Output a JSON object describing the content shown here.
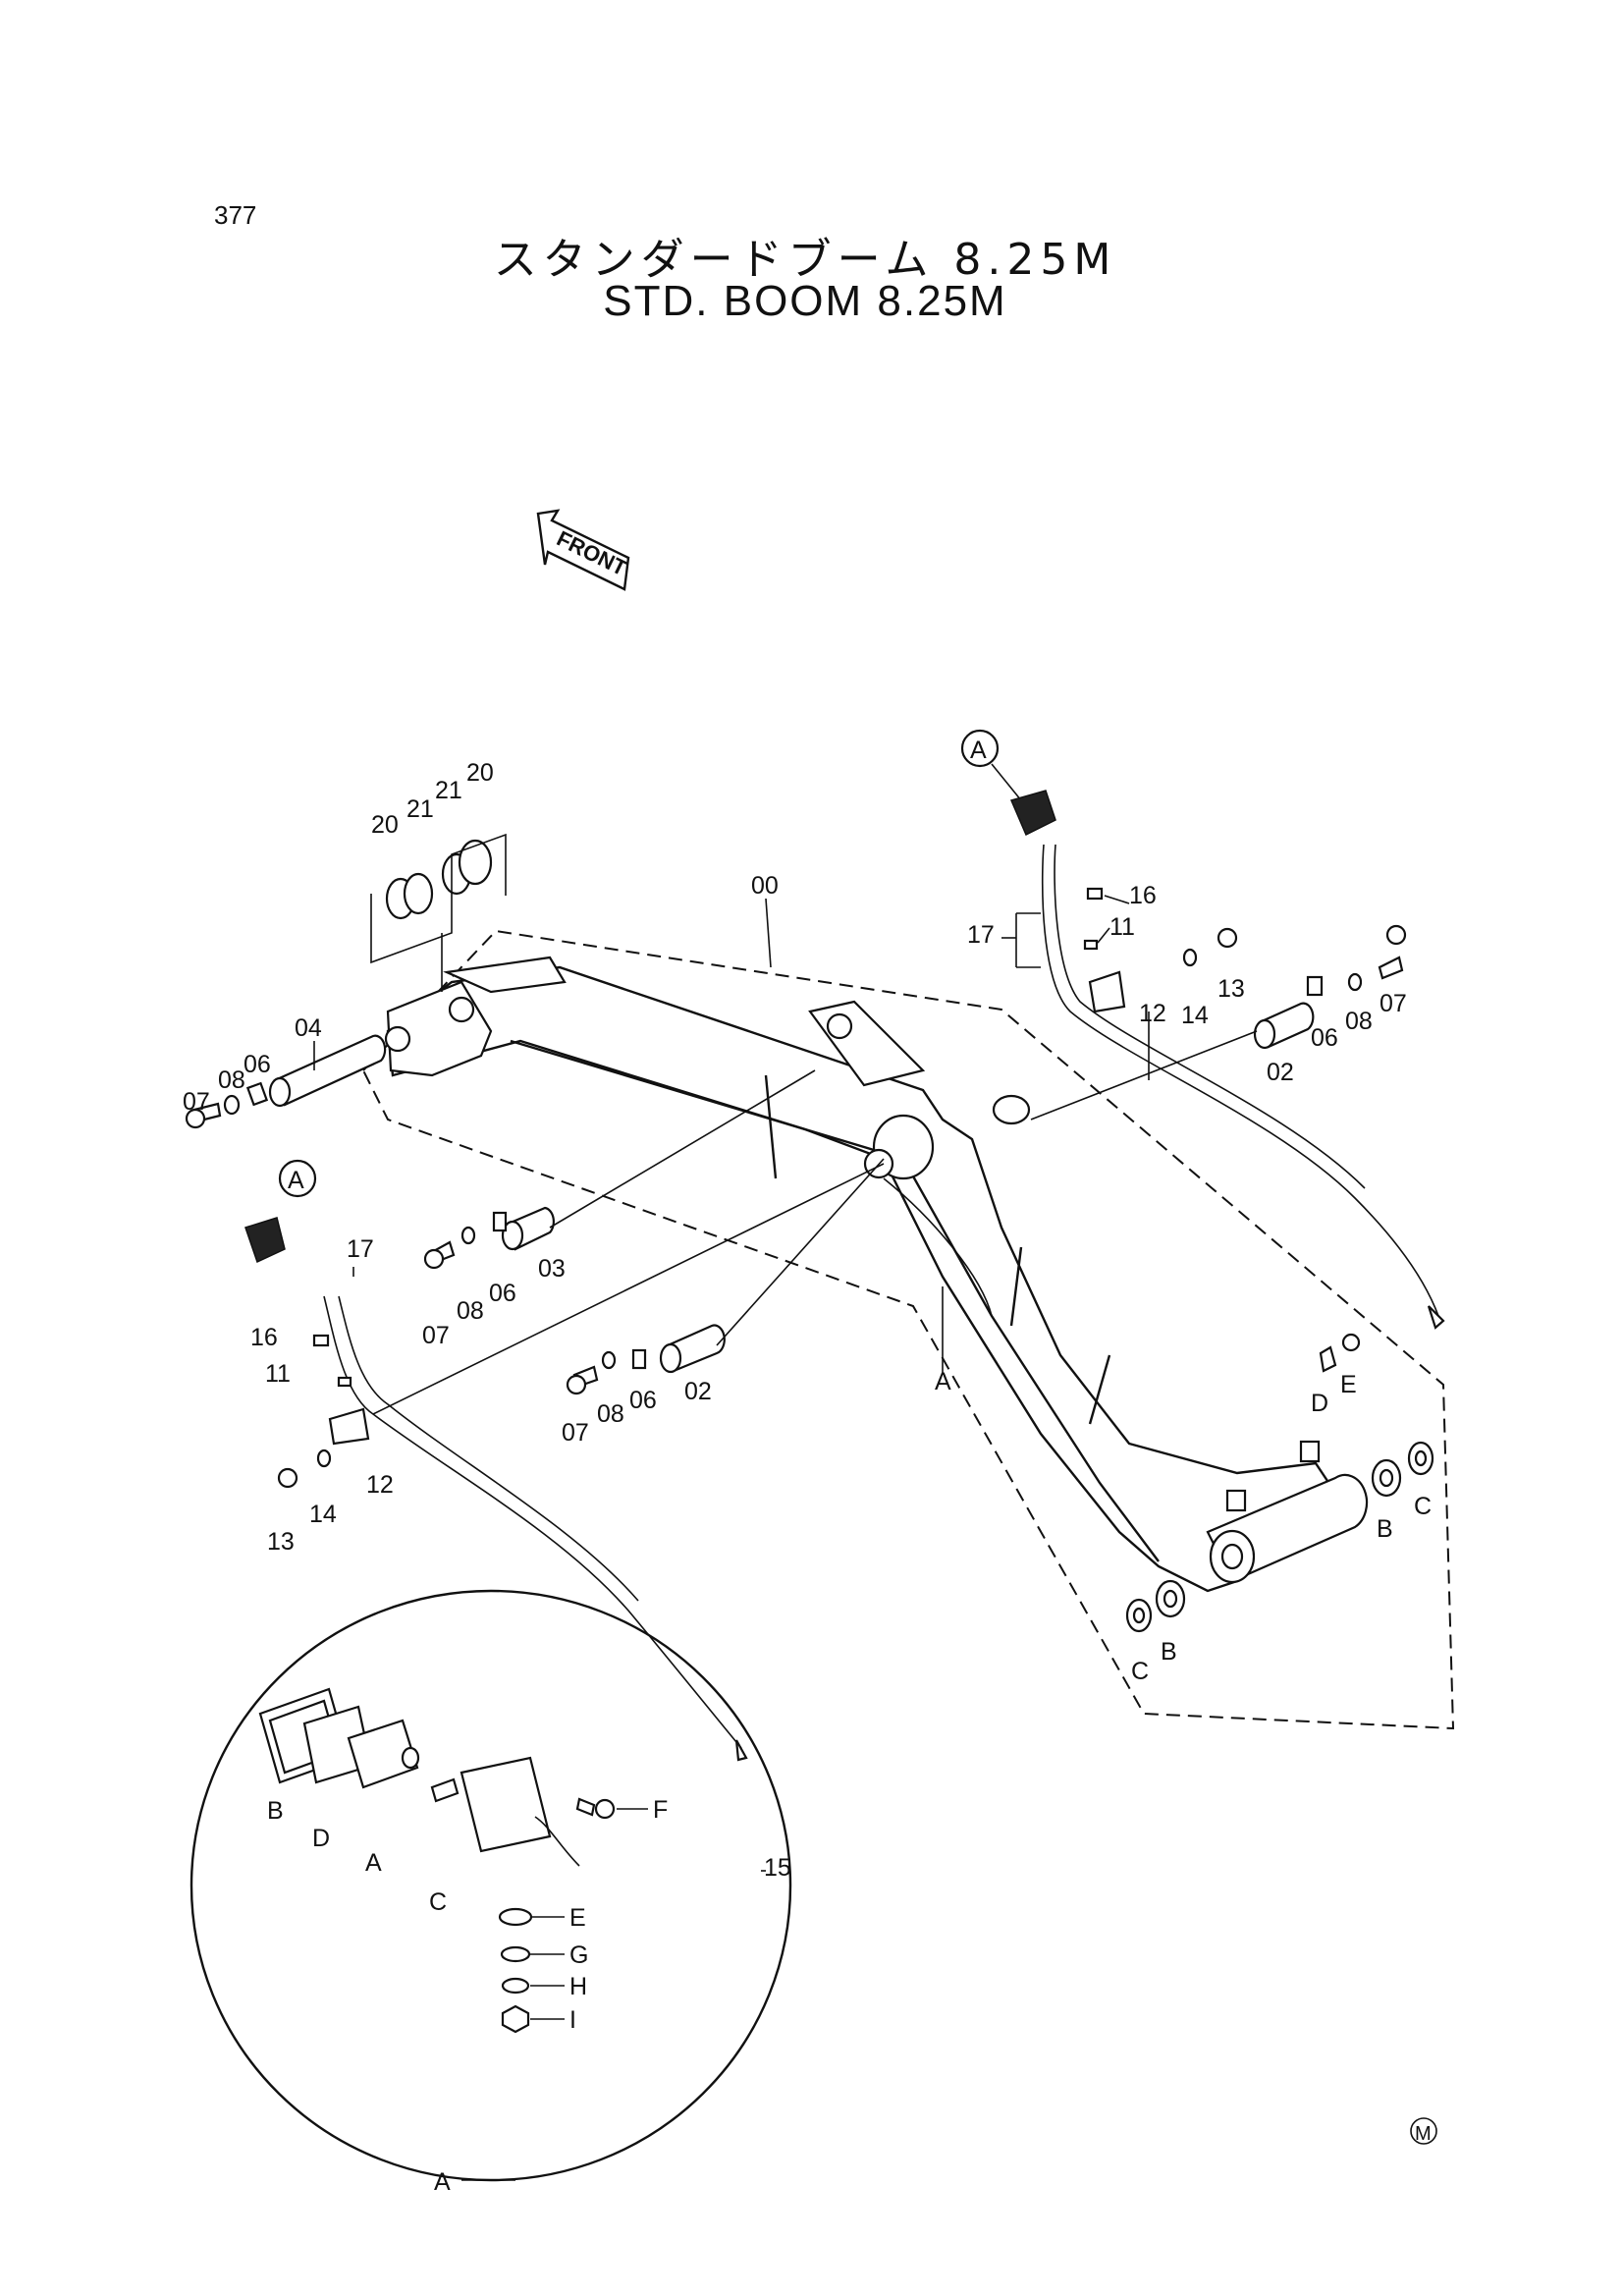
{
  "page_number": "377",
  "title_jp": "スタンダードブーム 8.25M",
  "title_en": "STD. BOOM 8.25M",
  "front_label": "FRONT",
  "mark": "M",
  "callouts": {
    "c00": "00",
    "c02a": "02",
    "c02b": "02",
    "c03": "03",
    "c04": "04",
    "c06a": "06",
    "c06b": "06",
    "c06c": "06",
    "c06d": "06",
    "c07a": "07",
    "c07b": "07",
    "c07c": "07",
    "c07d": "07",
    "c08a": "08",
    "c08b": "08",
    "c08c": "08",
    "c08d": "08",
    "c11a": "11",
    "c11b": "11",
    "c12a": "12",
    "c12b": "12",
    "c13a": "13",
    "c13b": "13",
    "c14a": "14",
    "c14b": "14",
    "c15": "15",
    "c16a": "16",
    "c16b": "16",
    "c17a": "17",
    "c17b": "17",
    "c20a": "20",
    "c20b": "20",
    "c21a": "21",
    "c21b": "21",
    "cAtop": "A",
    "cAleft": "A",
    "cAboom": "A",
    "cAdetail": "A",
    "cBr1": "B",
    "cBr2": "B",
    "cCr1": "C",
    "cCr2": "C",
    "cDr": "D",
    "cEr": "E",
    "dB": "B",
    "dD": "D",
    "dA": "A",
    "dC": "C",
    "dF": "F",
    "dE": "E",
    "dG": "G",
    "dH": "H",
    "dI": "I"
  }
}
